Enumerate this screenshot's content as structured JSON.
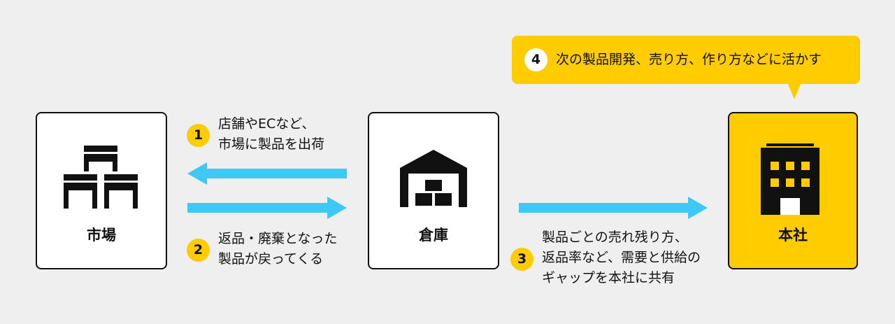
{
  "nodes": {
    "market": {
      "label": "市場",
      "icon": "stalls-icon"
    },
    "warehouse": {
      "label": "倉庫",
      "icon": "warehouse-icon"
    },
    "headquarters": {
      "label": "本社",
      "icon": "office-building-icon"
    }
  },
  "steps": [
    {
      "number": "1",
      "lines": [
        "店舗やECなど、",
        "市場に製品を出荷"
      ]
    },
    {
      "number": "2",
      "lines": [
        "返品・廃棄となった",
        "製品が戻ってくる"
      ]
    },
    {
      "number": "3",
      "lines": [
        "製品ごとの売れ残り方、",
        "返品率など、需要と供給の",
        "ギャップを本社に共有"
      ]
    },
    {
      "number": "4",
      "lines": [
        "次の製品開発、売り方、作り方などに活かす"
      ]
    }
  ],
  "colors": {
    "arrow": "#3ec8f5",
    "accent": "#ffcc00",
    "border": "#111111",
    "background": "#efefef"
  }
}
